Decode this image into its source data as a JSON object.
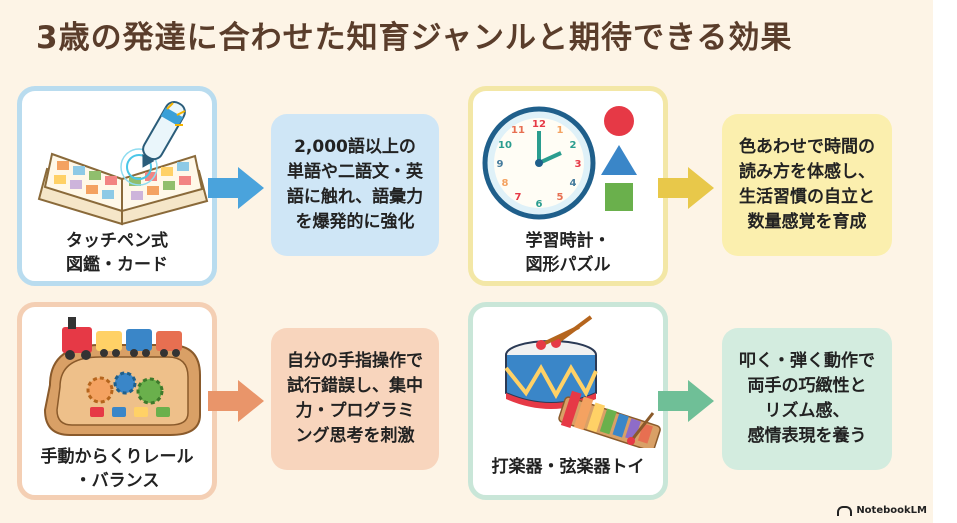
{
  "title": "3歳の発達に合わせた知育ジャンルと期待できる効果",
  "rows": [
    {
      "genre": "タッチペン式\n図鑑・カード",
      "effect": "2,000語以上の\n単語や二語文・英\n語に触れ、語彙力\nを爆発的に強化",
      "card_border": "#b9dcef",
      "effect_bg": "#cfe6f6",
      "arrow_color": "#4aa3dc"
    },
    {
      "genre": "学習時計・\n図形パズル",
      "effect": "色あわせで時間の\n読み方を体感し、\n生活習慣の自立と\n数量感覚を育成",
      "card_border": "#f3e7a6",
      "effect_bg": "#fbefae",
      "arrow_color": "#e8c84a"
    },
    {
      "genre": "手動からくりレール\n・バランス",
      "effect": "自分の手指操作で\n試行錯誤し、集中\n力・プログラミ\nング思考を刺激",
      "card_border": "#f4cfb4",
      "effect_bg": "#f8d5bd",
      "arrow_color": "#e9956a"
    },
    {
      "genre": "打楽器・弦楽器トイ",
      "effect": "叩く・弾く動作で\n両手の巧緻性と\nリズム感、\n感情表現を養う",
      "card_border": "#c9e6d8",
      "effect_bg": "#d3ecdf",
      "arrow_color": "#6fbf97"
    }
  ],
  "logo": "NotebookLM"
}
